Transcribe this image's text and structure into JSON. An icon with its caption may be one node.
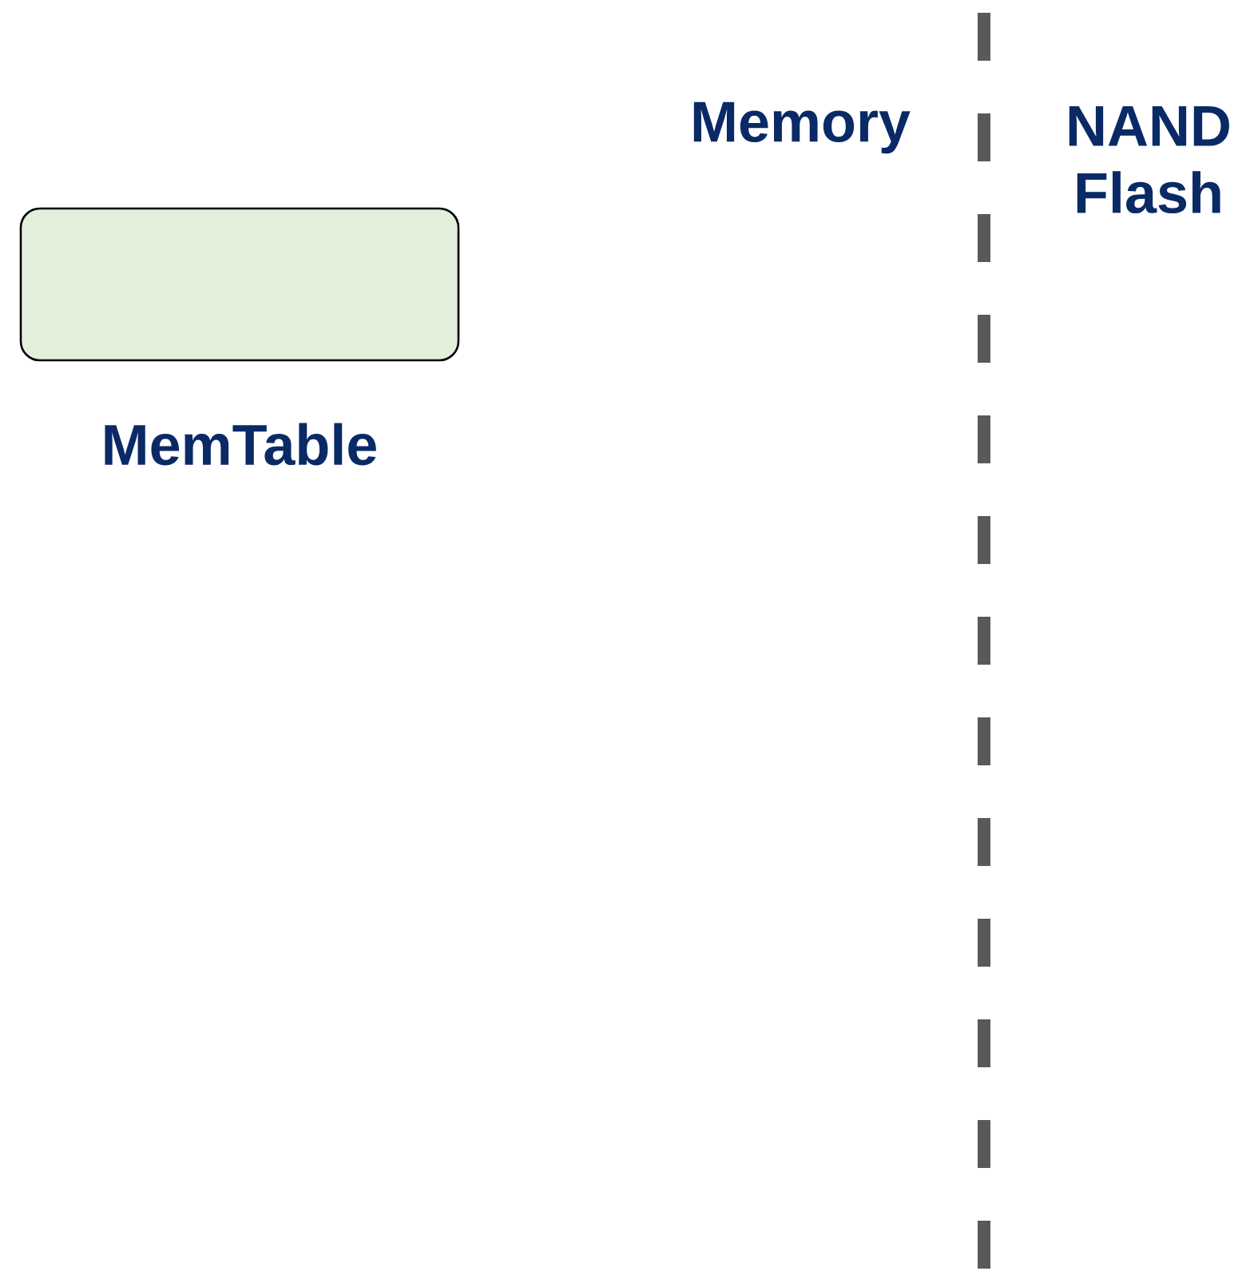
{
  "diagram": {
    "nodes": [
      {
        "text": [
          "MemTable"
        ]
      }
    ],
    "labels": [
      "Memory",
      "NAND Flash"
    ]
  }
}
